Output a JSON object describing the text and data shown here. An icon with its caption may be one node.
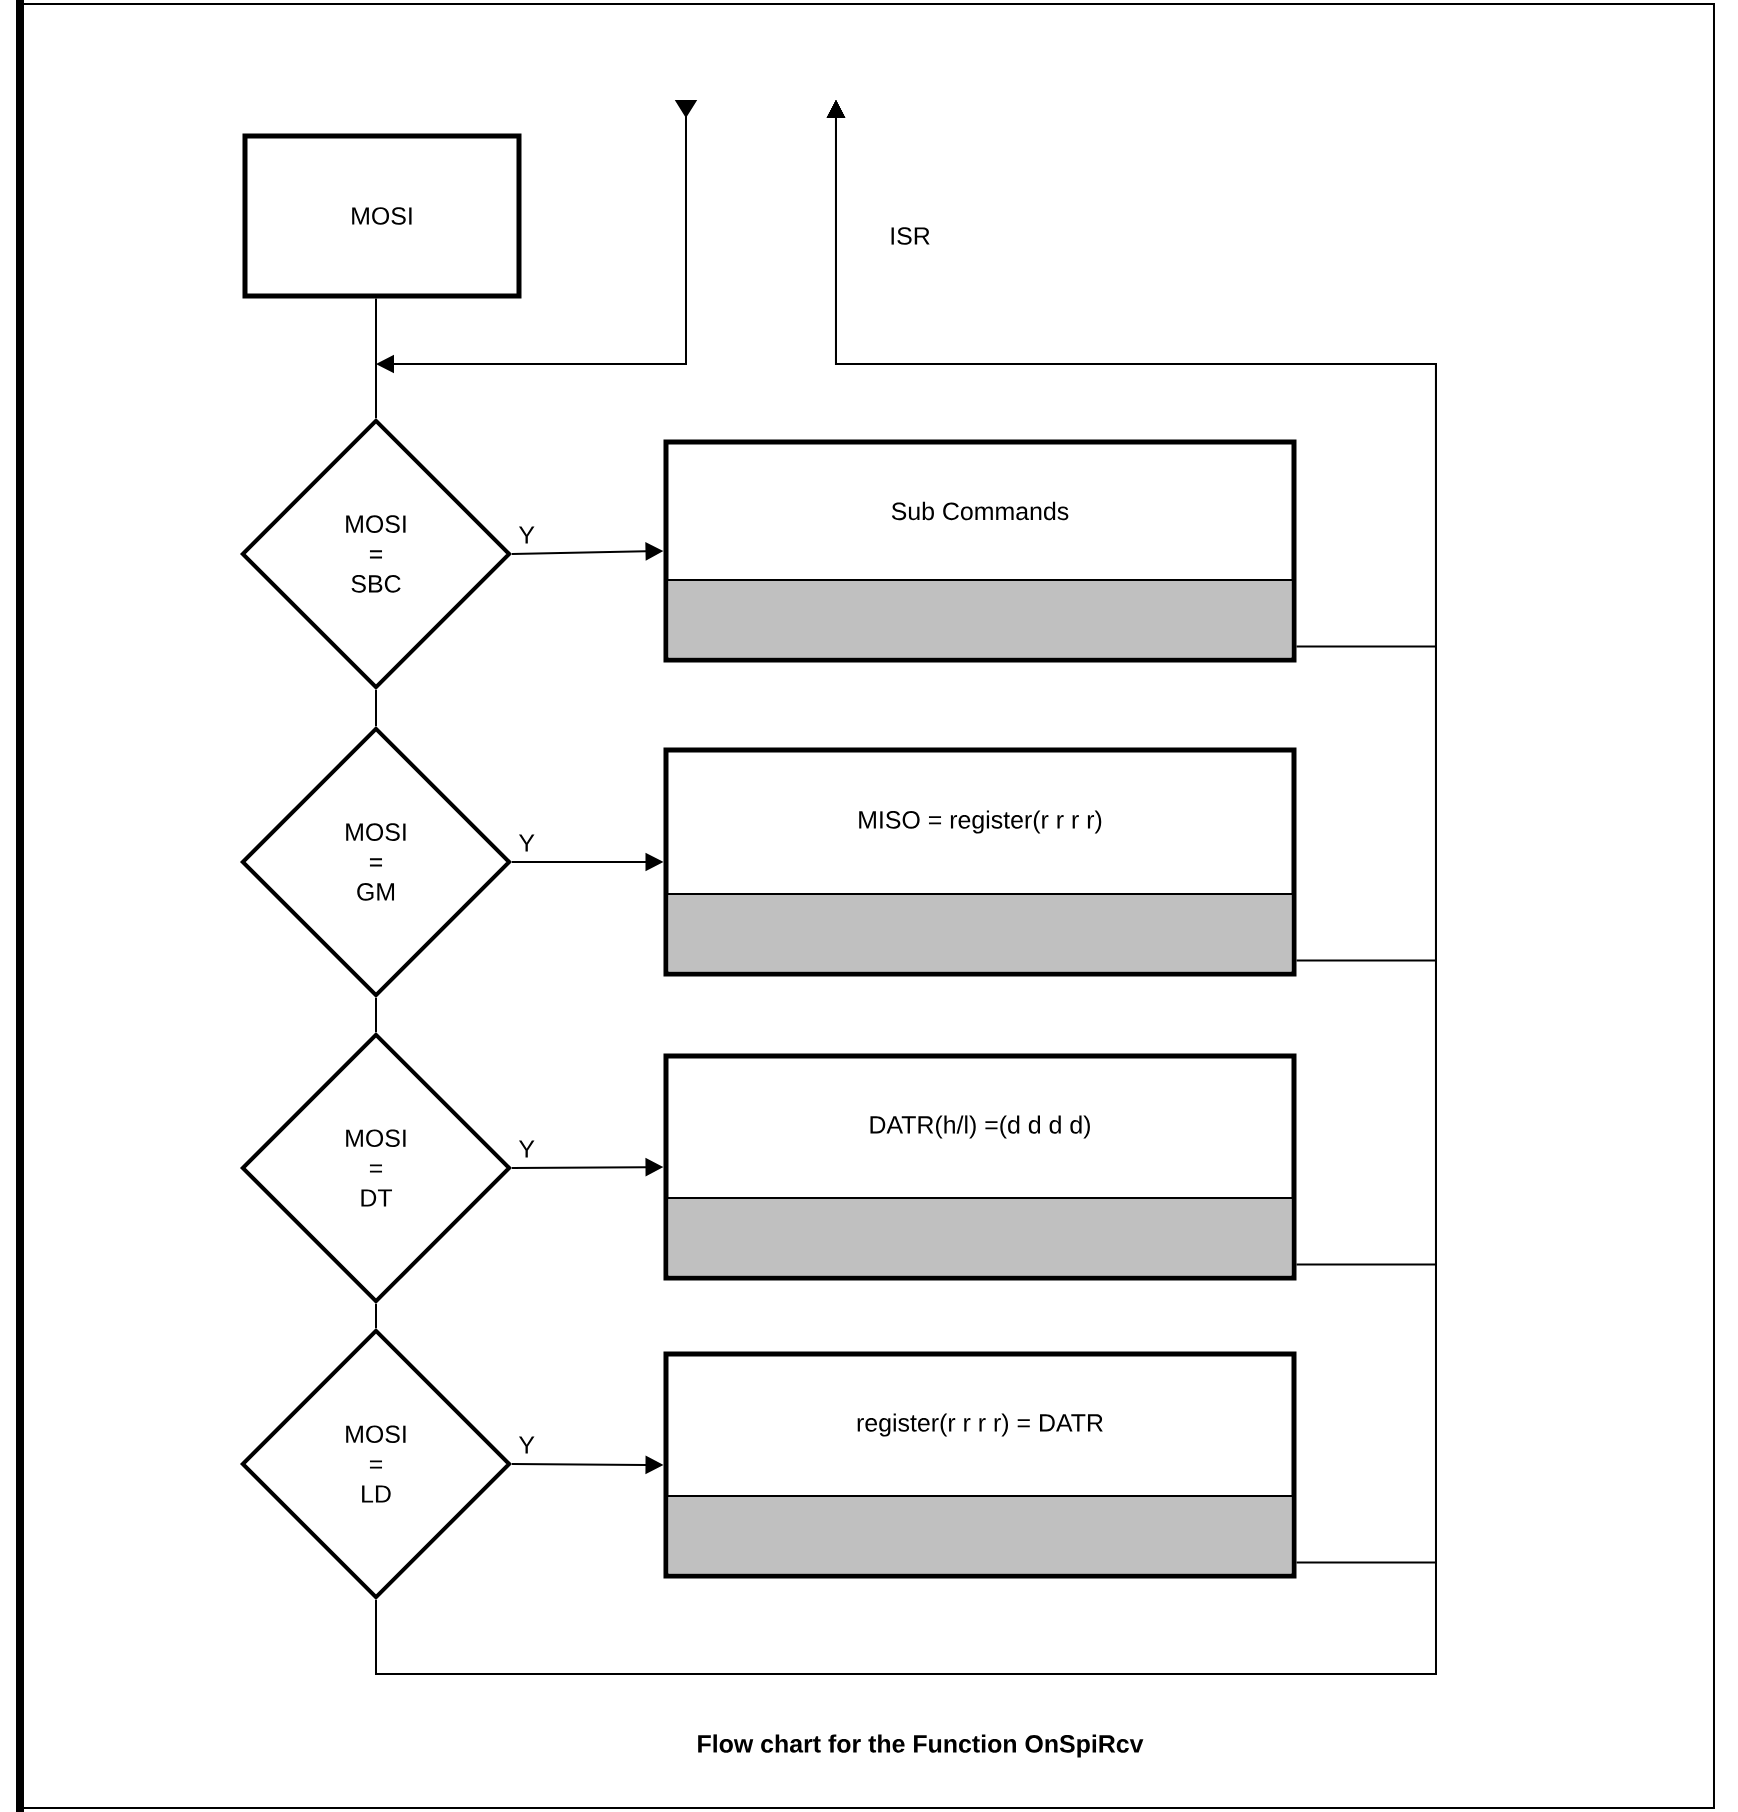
{
  "diagram": {
    "caption": "Flow chart for the Function OnSpiRcv",
    "nodes": [
      {
        "text": [
          "MOSI"
        ]
      },
      {
        "text": [
          "MOSI = SBC"
        ]
      },
      {
        "text": [
          "Sub Commands"
        ]
      },
      {
        "text": [
          "MOSI = GM"
        ]
      },
      {
        "text": [
          "MISO = register(r r r r)"
        ]
      },
      {
        "text": [
          "MOSI = DT"
        ]
      },
      {
        "text": [
          "DATR(h/l) =(d d d d)"
        ]
      },
      {
        "text": [
          "MOSI = LD"
        ]
      },
      {
        "text": [
          "register(r r r r) = DATR"
        ]
      }
    ],
    "edges": [
      {
        "from": 0,
        "to": 1,
        "arrow": "none"
      },
      {
        "from": null,
        "to": 1,
        "arrow": "to"
      },
      {
        "from": 1,
        "to": 2,
        "arrow": "to",
        "label": "Y"
      },
      {
        "from": 1,
        "to": 3,
        "arrow": "none"
      },
      {
        "from": 3,
        "to": 4,
        "arrow": "to",
        "label": "Y"
      },
      {
        "from": 3,
        "to": 5,
        "arrow": "none"
      },
      {
        "from": 5,
        "to": 6,
        "arrow": "to",
        "label": "Y"
      },
      {
        "from": 5,
        "to": 7,
        "arrow": "none"
      },
      {
        "from": 7,
        "to": 8,
        "arrow": "to",
        "label": "Y"
      },
      {
        "from": 2,
        "to": null,
        "arrow": "to"
      },
      {
        "from": 4,
        "to": null,
        "arrow": "to"
      },
      {
        "from": 6,
        "to": null,
        "arrow": "to"
      },
      {
        "from": 8,
        "to": null,
        "arrow": "to"
      },
      {
        "from": 7,
        "to": null,
        "arrow": "to"
      }
    ],
    "labels": [
      "ISR"
    ]
  }
}
